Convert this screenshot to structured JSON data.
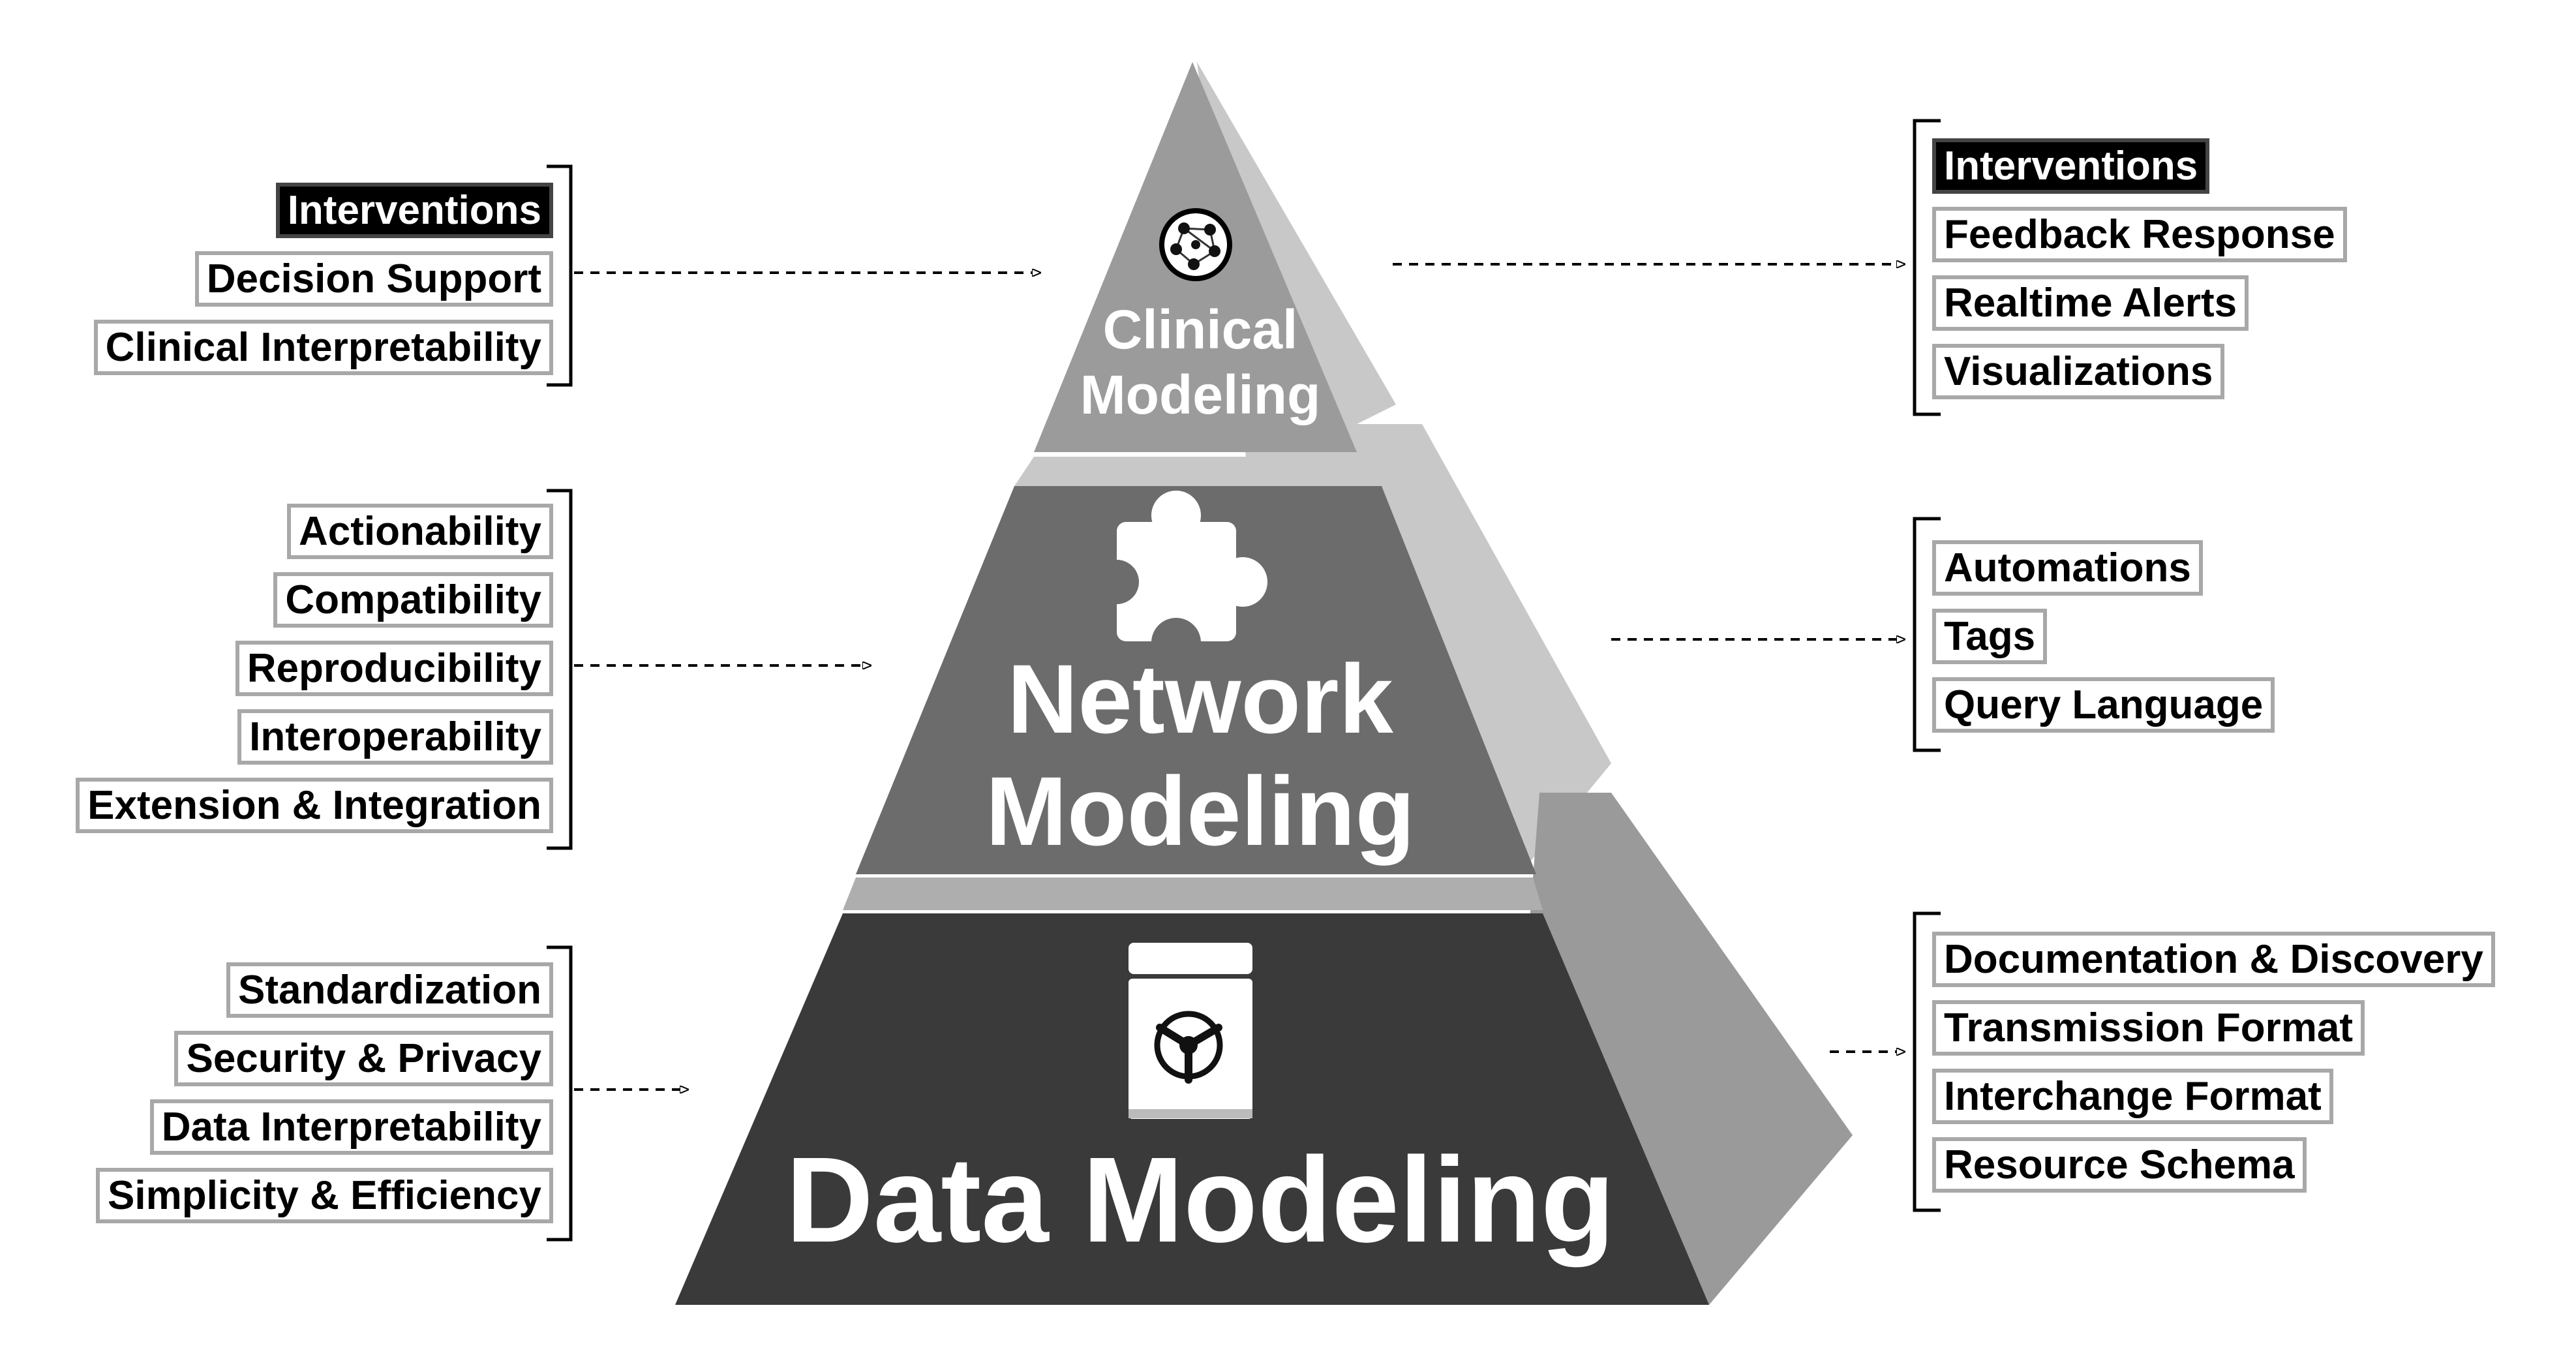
{
  "tiers": {
    "clinical": {
      "title": "Clinical Modeling",
      "icon": "network-circle-icon",
      "left_labels": [
        "Interventions",
        "Decision Support",
        "Clinical Interpretability"
      ],
      "right_labels": [
        "Interventions",
        "Feedback Response",
        "Realtime Alerts",
        "Visualizations"
      ]
    },
    "network": {
      "title": "Network Modeling",
      "icon": "puzzle-piece-icon",
      "left_labels": [
        "Actionability",
        "Compatibility",
        "Reproducibility",
        "Interoperability",
        "Extension & Integration"
      ],
      "right_labels": [
        "Automations",
        "Tags",
        "Query Language"
      ]
    },
    "data": {
      "title": "Data Modeling",
      "icon": "safe-vault-icon",
      "left_labels": [
        "Standardization",
        "Security & Privacy",
        "Data Interpretability",
        "Simplicity & Efficiency"
      ],
      "right_labels": [
        "Documentation & Discovery",
        "Transmission Format",
        "Interchange Format",
        "Resource Schema"
      ]
    }
  },
  "colors": {
    "clinical_front": "#9b9b9b",
    "network_front": "#6c6c6c",
    "data_front": "#3a3a3a",
    "side_light": "#c8c8c8",
    "side_dark": "#9a9a9a",
    "label_border": "#a8a8a8",
    "highlight_bg": "#000000"
  }
}
